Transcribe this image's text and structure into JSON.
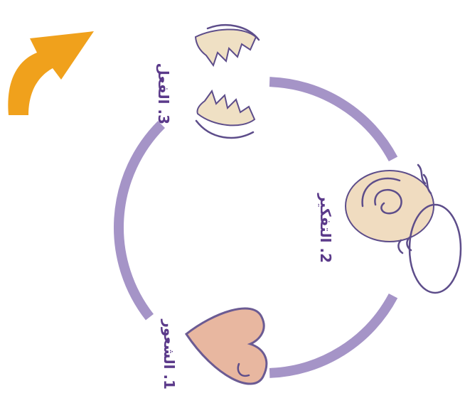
{
  "diagram": {
    "steps": [
      {
        "number": "1",
        "label": "1. الشعور",
        "icon": "heart-icon"
      },
      {
        "number": "2",
        "label": "2. التفكير",
        "icon": "head-icon"
      },
      {
        "number": "3",
        "label": "3. الفعل",
        "icon": "hands-icon"
      }
    ]
  },
  "colors": {
    "cycle": "#a594c7",
    "label": "#5b3a8a",
    "arrow": "#f0a11c",
    "heart": "#e8b7a0",
    "heart_stroke": "#6b5b93",
    "head_fill": "#f0dcc0",
    "hands_fill": "#efe0c4",
    "line": "#5d4d8a"
  }
}
